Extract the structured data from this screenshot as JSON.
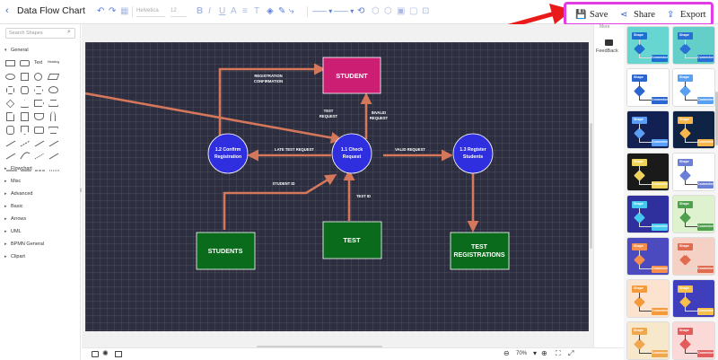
{
  "app": {
    "title": "Data Flow Chart"
  },
  "toolbar": {
    "font_name": "Helvetica",
    "font_size": "12"
  },
  "actions": {
    "save": "Save",
    "share": "Share",
    "export": "Export"
  },
  "left_panel": {
    "search_placeholder": "Search Shapes",
    "open_category": "General",
    "shape_labels": {
      "text": "Text",
      "heading": "Heading"
    },
    "categories": [
      "Flowchart",
      "Misc",
      "Advanced",
      "Basic",
      "Arrows",
      "UML",
      "BPMN General",
      "Clipart"
    ]
  },
  "right_panel": {
    "more": "More",
    "feedback": "FeedBack"
  },
  "diagram": {
    "nodes": {
      "student": "STUDENT",
      "check1": "1.1 Check",
      "check2": "Request",
      "confirm1": "1.2 Confirm",
      "confirm2": "Registration",
      "register1": "1.3 Register",
      "register2": "Students",
      "students": "STUDENTS",
      "test": "TEST",
      "test_reg1": "TEST",
      "test_reg2": "REGISTRATIONS"
    },
    "labels": {
      "reg_conf1": "REGISTRATION",
      "reg_conf2": "CONFIRMATION",
      "test_req1": "TEST",
      "test_req2": "REQUEST",
      "invalid_req1": "INVALID",
      "invalid_req2": "REQUEST",
      "late_test_request": "LATE TEST REQUEST",
      "valid_request": "VALID REQUEST",
      "student_id": "STUDENT ID",
      "test_id": "TEST ID"
    },
    "colors": {
      "canvas": "#2d2e40",
      "student_box": "#cc1f74",
      "process_circle": "#2f2fe0",
      "green_box": "#0a6b1c",
      "arrow": "#d4775a"
    }
  },
  "templates": {
    "shape": "Shape",
    "connector": "Connector"
  },
  "status": {
    "zoom": "70%"
  }
}
